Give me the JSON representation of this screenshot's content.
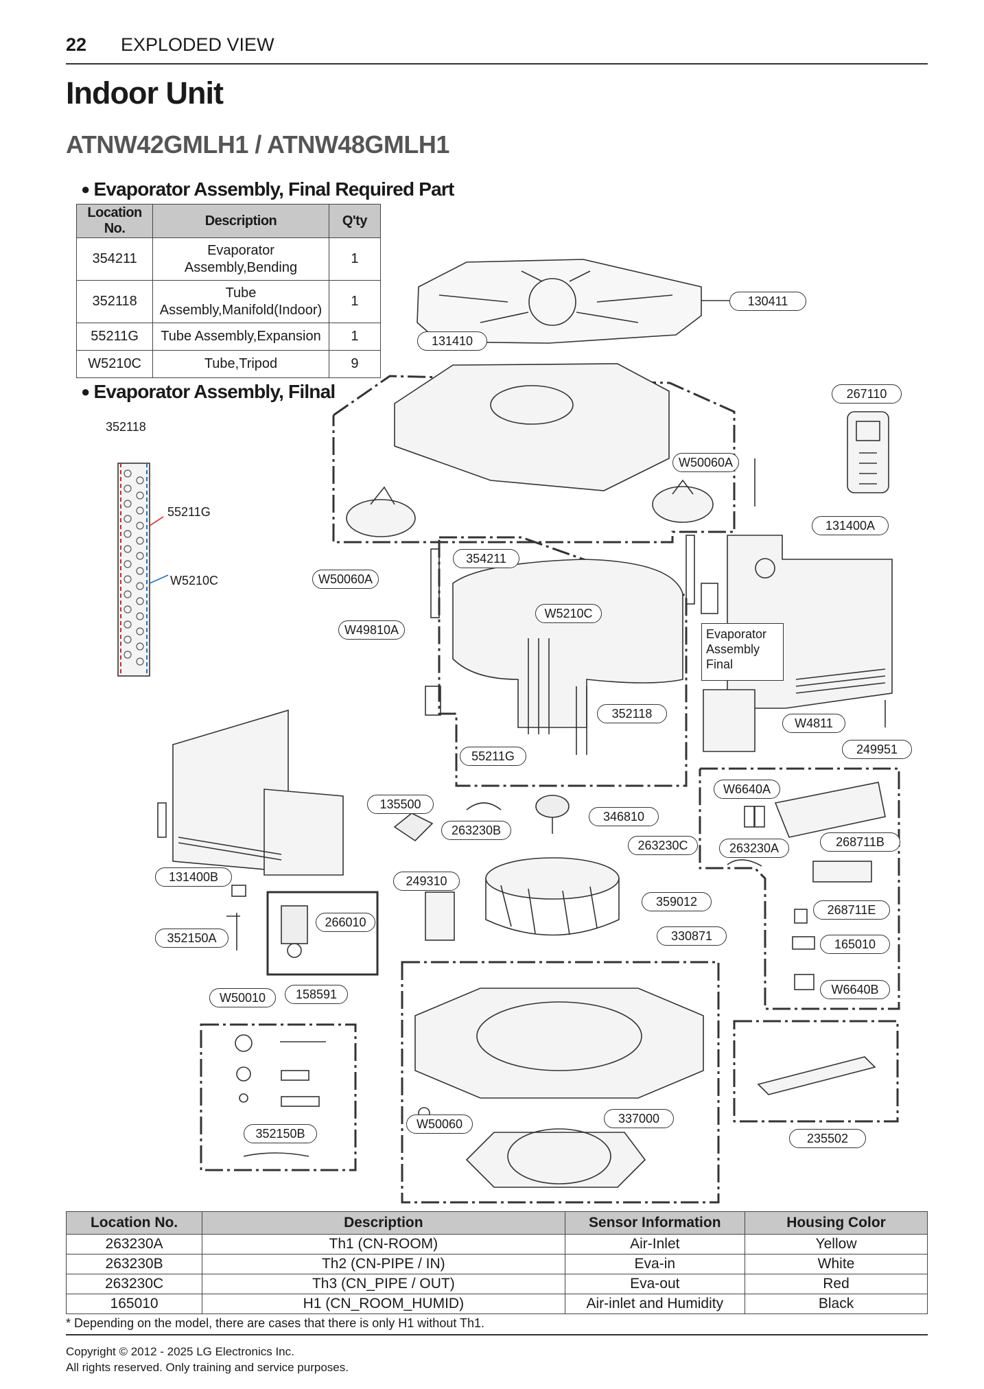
{
  "page": {
    "number": "22",
    "section": "EXPLODED VIEW"
  },
  "title": "Indoor Unit",
  "model": "ATNW42GMLH1 / ATNW48GMLH1",
  "required_parts": {
    "heading": "Evaporator Assembly, Final Required Part",
    "headers": [
      "Location No.",
      "Description",
      "Q'ty"
    ],
    "rows": [
      {
        "loc": "354211",
        "desc": "Evaporator Assembly,Bending",
        "qty": "1"
      },
      {
        "loc": "352118",
        "desc": "Tube Assembly,Manifold(Indoor)",
        "qty": "1"
      },
      {
        "loc": "55211G",
        "desc": "Tube Assembly,Expansion",
        "qty": "1"
      },
      {
        "loc": "W5210C",
        "desc": "Tube,Tripod",
        "qty": "9"
      }
    ]
  },
  "evap_heading": "Evaporator Assembly, Filnal",
  "detail_labels": {
    "manifold": "352118",
    "expansion": "55211G",
    "tripod": "W5210C"
  },
  "evap_box_label": "Evaporator Assembly Final",
  "callouts": {
    "c130411": "130411",
    "c131410": "131410",
    "c267110": "267110",
    "c131400A": "131400A",
    "c354211": "354211",
    "c W50060A_a": "W50060A",
    "cW50060A_b": "W50060A",
    "cW49810A": "W49810A",
    "cW5210C": "W5210C",
    "c352118": "352118",
    "c55211G": "55211G",
    "cW4811": "W4811",
    "c249951": "249951",
    "cW6640A": "W6640A",
    "c268711B": "268711B",
    "c263230A": "263230A",
    "c263230C": "263230C",
    "c346810": "346810",
    "c263230B": "263230B",
    "c135500": "135500",
    "c131400B": "131400B",
    "c249310": "249310",
    "c359012": "359012",
    "c268711E": "268711E",
    "c165010": "165010",
    "c330871": "330871",
    "c266010": "266010",
    "c352150A": "352150A",
    "cW66408": "W6640B",
    "cW50010": "W50010",
    "c158591": "158591",
    "c352150B": "352150B",
    "cW50060": "W50060",
    "c337000": "337000",
    "c235502": "235502"
  },
  "sensors": {
    "headers": [
      "Location No.",
      "Description",
      "Sensor Information",
      "Housing Color"
    ],
    "rows": [
      {
        "loc": "263230A",
        "desc": "Th1 (CN-ROOM)",
        "info": "Air-Inlet",
        "color": "Yellow"
      },
      {
        "loc": "263230B",
        "desc": "Th2 (CN-PIPE / IN)",
        "info": "Eva-in",
        "color": "White"
      },
      {
        "loc": "263230C",
        "desc": "Th3 (CN_PIPE / OUT)",
        "info": "Eva-out",
        "color": "Red"
      },
      {
        "loc": "165010",
        "desc": "H1 (CN_ROOM_HUMID)",
        "info": "Air-inlet and Humidity",
        "color": "Black"
      }
    ]
  },
  "note": "* Depending on the model, there are cases that there is only H1 without Th1.",
  "copyright": [
    "Copyright © 2012 - 2025 LG Electronics Inc.",
    "All rights reserved. Only training and service purposes."
  ],
  "colors": {
    "header_fill": "#c8c8c8",
    "red_line": "#d22",
    "blue_line": "#1f6fc4"
  }
}
